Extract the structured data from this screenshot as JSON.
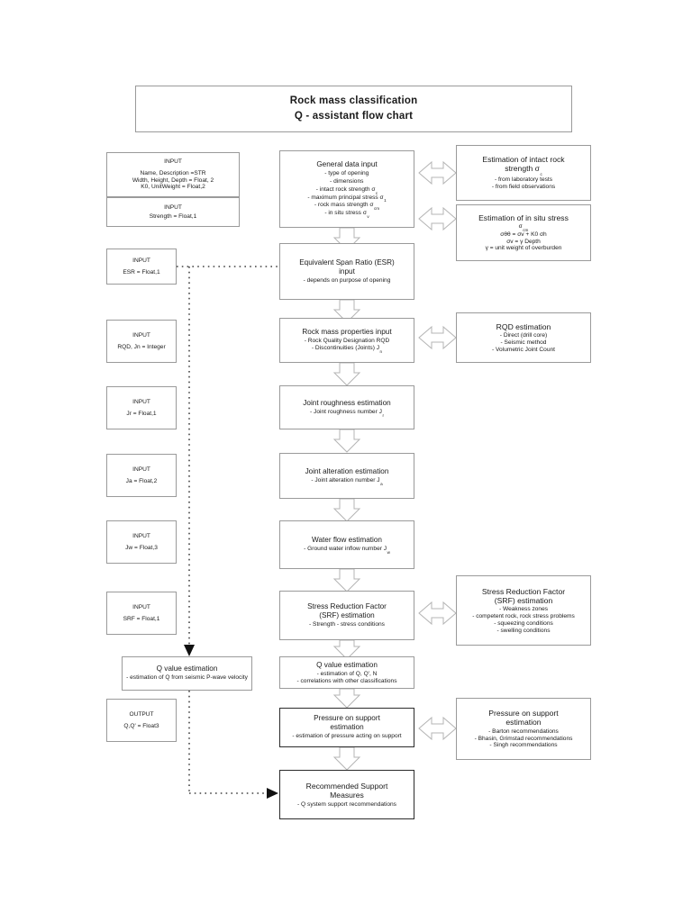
{
  "title": {
    "line1": "Rock mass classification",
    "line2": "Q - assistant flow chart"
  },
  "inputs": [
    {
      "name": "input-general-data",
      "header": "INPUT",
      "lines": [
        "Name, Description =STR",
        "Width, Height, Depth = Float, 2",
        "K0, UnitWeight = Float,2"
      ]
    },
    {
      "name": "input-strength",
      "header": "INPUT",
      "lines": [
        "Strength = Float,1"
      ]
    },
    {
      "name": "input-esr",
      "header": "INPUT",
      "lines": [
        "ESR = Float,1"
      ]
    },
    {
      "name": "input-rqd-jn",
      "header": "INPUT",
      "lines": [
        "RQD, Jn = Integer"
      ]
    },
    {
      "name": "input-jr",
      "header": "INPUT",
      "lines": [
        "Jr = Float,1"
      ]
    },
    {
      "name": "input-ja",
      "header": "INPUT",
      "lines": [
        "Ja = Float,2"
      ]
    },
    {
      "name": "input-jw",
      "header": "INPUT",
      "lines": [
        "Jw = Float,3"
      ]
    },
    {
      "name": "input-srf",
      "header": "INPUT",
      "lines": [
        "SRF = Float,1"
      ]
    },
    {
      "name": "output-q",
      "header": "OUTPUT",
      "lines": [
        "Q,Q' = Float3"
      ]
    }
  ],
  "left_q": {
    "title": "Q value estimation",
    "items": [
      "- estimation of Q from seismic P-wave velocity"
    ]
  },
  "main": {
    "general": {
      "title": "General data input",
      "items": [
        {
          "text": "- type of opening",
          "sub": ""
        },
        {
          "text": "- dimensions",
          "sub": ""
        },
        {
          "text": "- intact rock strength σ",
          "sub": "c"
        },
        {
          "text": "- maximum principal stress σ",
          "sub": "1"
        },
        {
          "text": "- rock mass strength σ",
          "sub": "cm"
        },
        {
          "text": "- in situ stress σ",
          "sub": "v"
        }
      ]
    },
    "esr": {
      "title_line1": "Equivalent Span Ratio (ESR)",
      "title_line2": "input",
      "items": [
        {
          "text": "- depends on purpose of opening",
          "sub": ""
        }
      ]
    },
    "rockmass": {
      "title": "Rock mass properties input",
      "items": [
        {
          "text": "- Rock Quality Designation RQD",
          "sub": ""
        },
        {
          "text": "- Discontinuities (Joints) J",
          "sub": "n"
        }
      ]
    },
    "roughness": {
      "title": "Joint roughness estimation",
      "items": [
        {
          "text": "- Joint roughness number J",
          "sub": "r"
        }
      ]
    },
    "alteration": {
      "title": "Joint alteration estimation",
      "items": [
        {
          "text": "- Joint alteration number J",
          "sub": "a"
        }
      ]
    },
    "water": {
      "title": "Water flow estimation",
      "items": [
        {
          "text": "- Ground water inflow number J",
          "sub": "w"
        }
      ]
    },
    "srf": {
      "title_line1": "Stress Reduction Factor",
      "title_line2": "(SRF) estimation",
      "items": [
        {
          "text": "- Strength - stress conditions",
          "sub": ""
        }
      ]
    },
    "qvalue": {
      "title": "Q value estimation",
      "items": [
        {
          "text": "- estimation of Q, Q', N",
          "sub": ""
        },
        {
          "text": "- correlations with other classifications",
          "sub": ""
        }
      ]
    },
    "pressure": {
      "title_line1": "Pressure on support",
      "title_line2": "estimation",
      "items": [
        {
          "text": "- estimation of pressure acting on support",
          "sub": ""
        }
      ]
    },
    "support": {
      "title_line1": "Recommended Support",
      "title_line2": "Measures",
      "items": [
        {
          "text": "- Q system support recommendations",
          "sub": ""
        }
      ]
    }
  },
  "right": {
    "intact": {
      "title_line1": "Estimation of intact rock",
      "title_line2": "strength σ",
      "title_sub": "c",
      "items": [
        "- from laboratory tests",
        "- from field observations"
      ]
    },
    "insitu": {
      "title": "Estimation of in situ stress",
      "symbol": "σ",
      "symbol_sub": "cm",
      "formulas": [
        "σθθ = σv + K0 σh",
        "σv = γ Depth",
        "γ = unit weight of overburden"
      ]
    },
    "rqd": {
      "title": "RQD estimation",
      "items": [
        "- Direct (drill core)",
        "- Seismic method",
        "- Volumetric Joint Count"
      ]
    },
    "srf": {
      "title_line1": "Stress Reduction Factor",
      "title_line2": "(SRF) estimation",
      "items": [
        "- Weakness zones",
        "- competent rock, rock stress problems",
        "- squeezing conditions",
        "- swelling conditions"
      ]
    },
    "pressure": {
      "title_line1": "Pressure on support",
      "title_line2": "estimation",
      "items": [
        "- Barton recommendations",
        "- Bhasin, Grimstad recommendations",
        "- Singh recommendations"
      ]
    }
  },
  "colors": {
    "box_border": "#9a9a9a",
    "box_border_strong": "#2b2b2b",
    "arrow_stroke": "#b4b4b4",
    "arrow_fill": "#ffffff",
    "dotted": "#111111",
    "background": "#ffffff"
  }
}
